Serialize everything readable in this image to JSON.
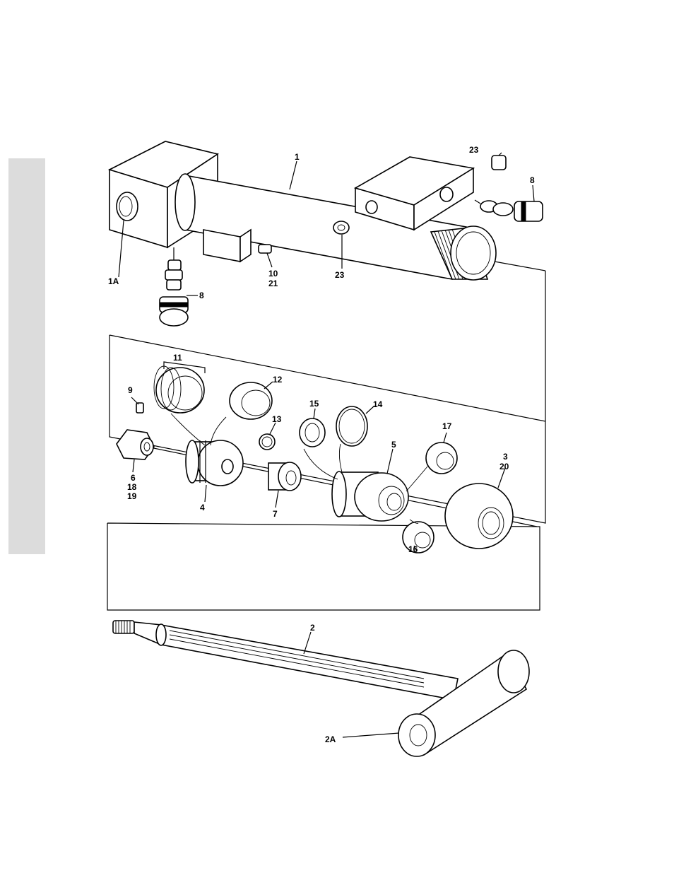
{
  "labels": {
    "l1": "1",
    "l1a": "1A",
    "l2": "2",
    "l2a": "2A",
    "l3": "3",
    "l20": "20",
    "l4": "4",
    "l5": "5",
    "l6": "6",
    "l18": "18",
    "l19": "19",
    "l7": "7",
    "l8a": "8",
    "l8b": "8",
    "l9": "9",
    "l10": "10",
    "l21": "21",
    "l11": "11",
    "l12": "12",
    "l13": "13",
    "l14": "14",
    "l15": "15",
    "l16": "16",
    "l17": "17",
    "l23a": "23",
    "l23b": "23"
  },
  "colors": {
    "ink": "#000000",
    "side_tab": "#dcdcdc",
    "paper": "#ffffff"
  }
}
